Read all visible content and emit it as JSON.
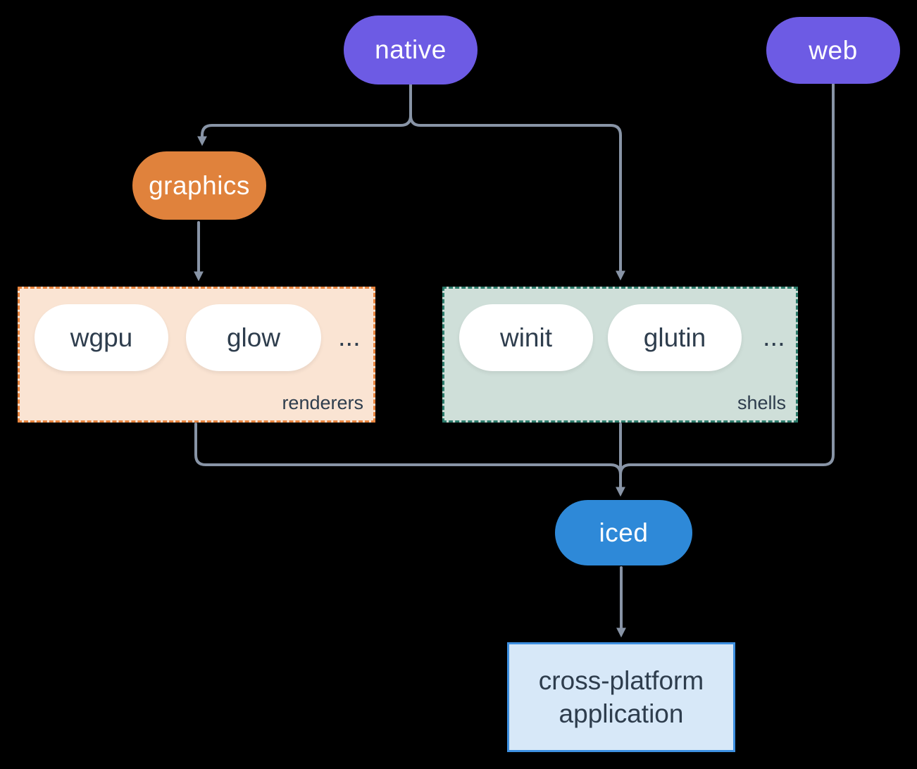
{
  "colors": {
    "bg": "#000000",
    "purple": "#6d5be4",
    "orange": "#e0823c",
    "blue": "#2e89d8",
    "peach-fill": "#fae4d3",
    "orange-dash": "#e8843e",
    "sage-fill": "#cfdfd9",
    "teal-dash": "#2c7b6b",
    "app-fill": "#d7e8f8",
    "app-border": "#3d8fe0",
    "line": "#8894a6",
    "ink": "#2e3d4d",
    "pill-text": "#ffffff"
  },
  "nodes": {
    "native": "native",
    "web": "web",
    "graphics": "graphics",
    "iced": "iced"
  },
  "groups": {
    "renderers": {
      "label": "renderers",
      "items": [
        "wgpu",
        "glow"
      ],
      "more": "..."
    },
    "shells": {
      "label": "shells",
      "items": [
        "winit",
        "glutin"
      ],
      "more": "..."
    }
  },
  "app": {
    "lines": [
      "cross-platform",
      "application"
    ]
  }
}
